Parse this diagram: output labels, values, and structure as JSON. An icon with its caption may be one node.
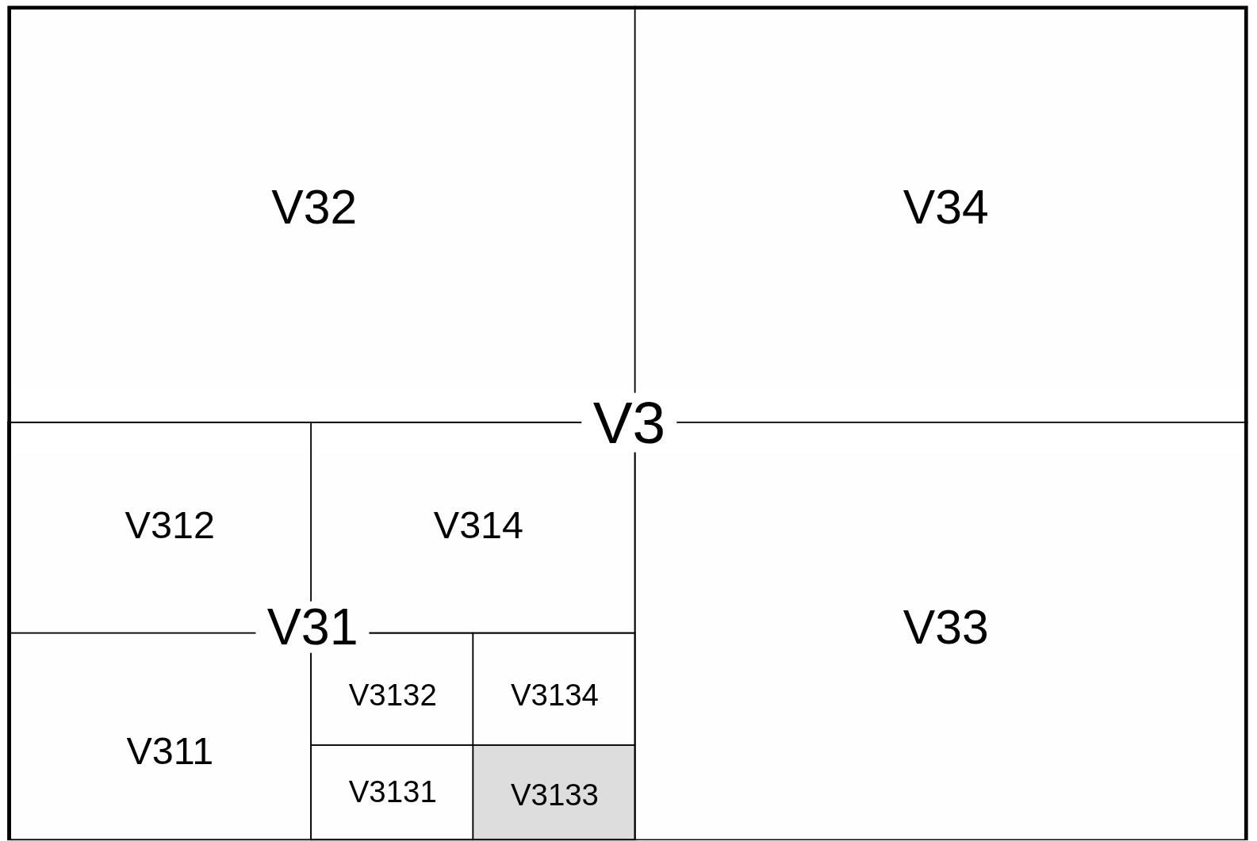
{
  "diagram": {
    "nodes": [
      {
        "text": [
          "V3"
        ]
      },
      {
        "text": [
          "V32"
        ],
        "in": 0
      },
      {
        "text": [
          "V34"
        ],
        "in": 0
      },
      {
        "text": [
          "V31"
        ],
        "in": 0
      },
      {
        "text": [
          "V312"
        ],
        "in": 3
      },
      {
        "text": [
          "V314"
        ],
        "in": 3
      },
      {
        "text": [
          "V311"
        ],
        "in": 3
      },
      {
        "text": [],
        "shape": "box",
        "in": 3
      },
      {
        "text": [
          "V3132"
        ],
        "in": 7
      },
      {
        "text": [
          "V3134"
        ],
        "in": 7
      },
      {
        "text": [
          "V3131"
        ],
        "in": 7
      },
      {
        "text": [
          "V3133"
        ],
        "in": 7
      },
      {
        "text": [
          "V33"
        ],
        "in": 0
      }
    ]
  }
}
